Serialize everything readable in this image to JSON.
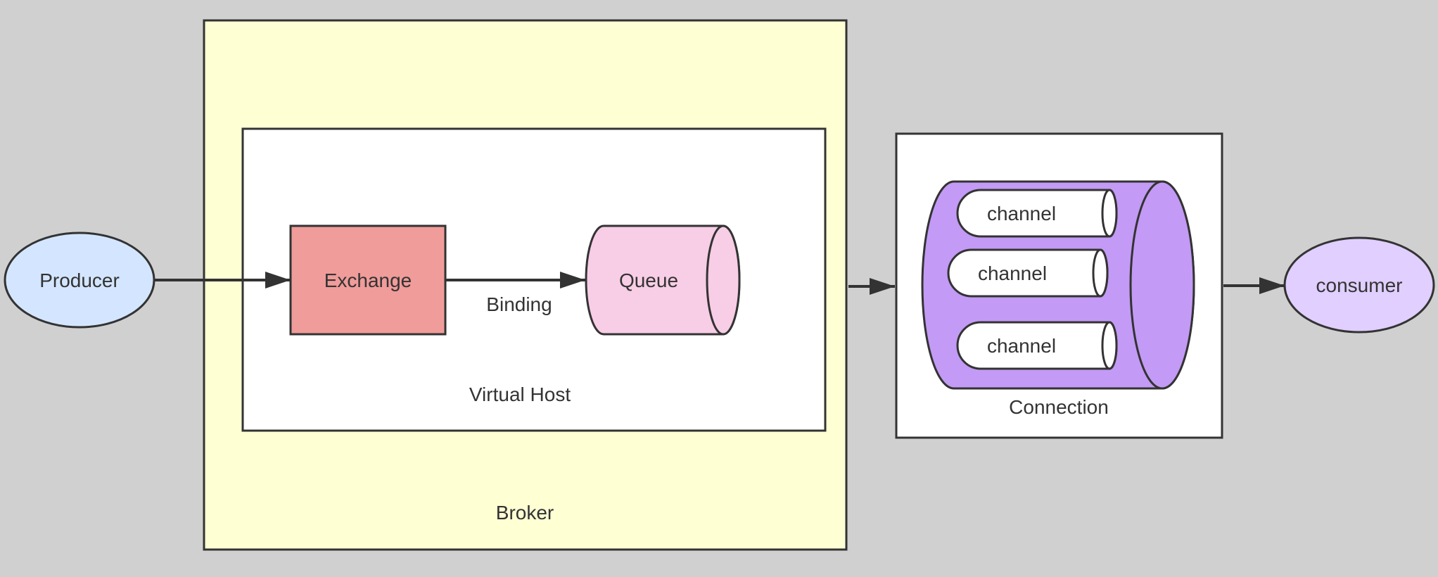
{
  "diagram": {
    "producer": {
      "label": "Producer"
    },
    "broker": {
      "label": "Broker"
    },
    "virtual_host": {
      "label": "Virtual Host"
    },
    "exchange": {
      "label": "Exchange"
    },
    "binding": {
      "label": "Binding"
    },
    "queue": {
      "label": "Queue"
    },
    "connection": {
      "label": "Connection",
      "channels": [
        {
          "label": "channel"
        },
        {
          "label": "channel"
        },
        {
          "label": "channel"
        }
      ]
    },
    "consumer": {
      "label": "consumer"
    }
  },
  "colors": {
    "background": "#d0d0d0",
    "stroke": "#333333",
    "producer_fill": "#d4e6ff",
    "broker_fill": "#ffffd4",
    "exchange_fill": "#f09c9a",
    "queue_fill": "#f8cde6",
    "connection_fill": "#c39af5",
    "consumer_fill": "#e0cfff"
  }
}
